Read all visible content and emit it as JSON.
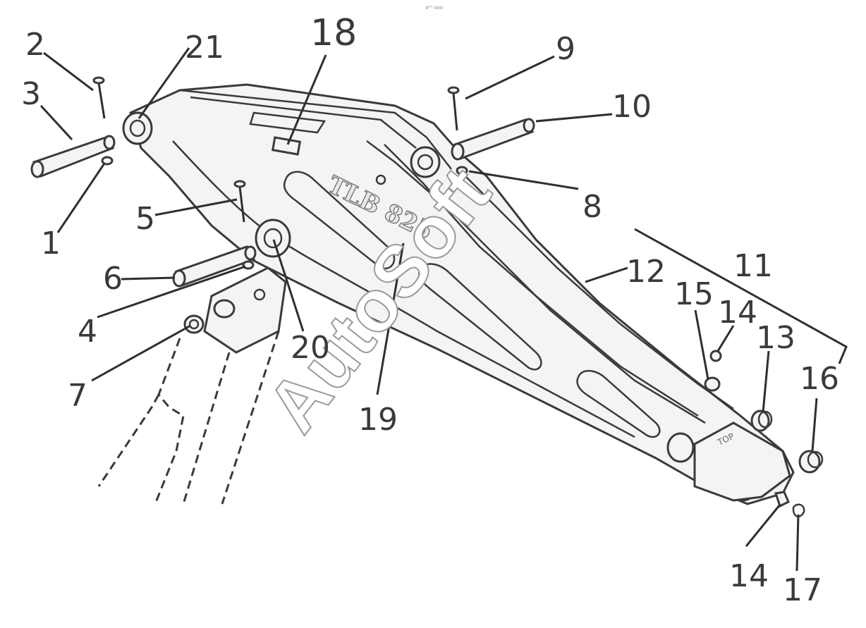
{
  "header": {
    "tiny_text": "a⁰⁰ ooo"
  },
  "diagram": {
    "model_marking": "TLB 825",
    "watermark": "AutoSoft",
    "callouts": {
      "c1": "1",
      "c2": "2",
      "c3": "3",
      "c4": "4",
      "c5": "5",
      "c6": "6",
      "c7": "7",
      "c8": "8",
      "c9": "9",
      "c10": "10",
      "c11": "11",
      "c12": "12",
      "c13": "13",
      "c14a": "14",
      "c14b": "14",
      "c15": "15",
      "c16": "16",
      "c17": "17",
      "c18": "18",
      "c19": "19",
      "c20": "20",
      "c21": "21"
    }
  }
}
